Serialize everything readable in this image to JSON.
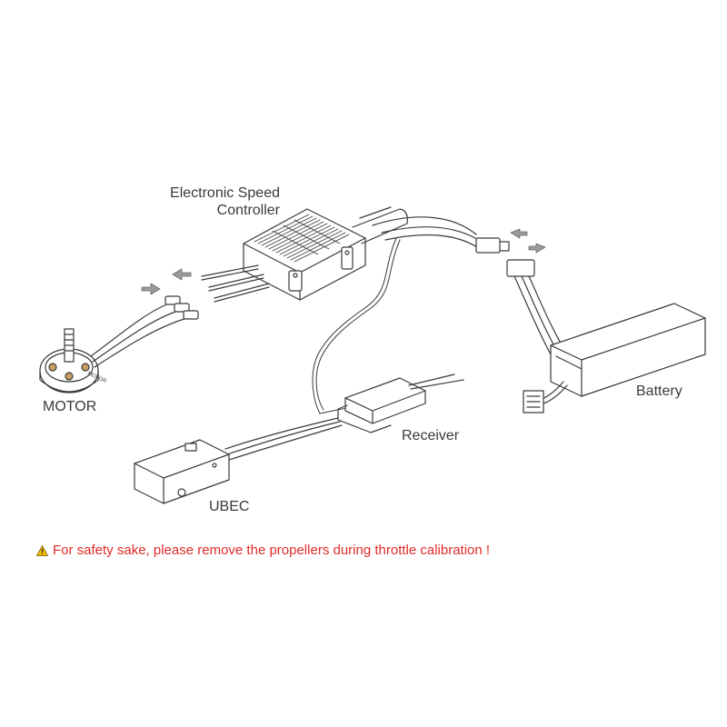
{
  "labels": {
    "esc_line1": "Electronic Speed",
    "esc_line2": "Controller",
    "motor": "MOTOR",
    "receiver": "Receiver",
    "battery": "Battery",
    "ubec": "UBEC",
    "motor_stamp": "MOTOR"
  },
  "warning": {
    "icon": "warning-triangle-icon",
    "text": "For safety sake, please remove the propellers during throttle calibration !",
    "color": "#e12a2a"
  },
  "colors": {
    "line": "#3a3a3a",
    "motor_accent": "#c8a060",
    "text": "#3a3a3a"
  }
}
